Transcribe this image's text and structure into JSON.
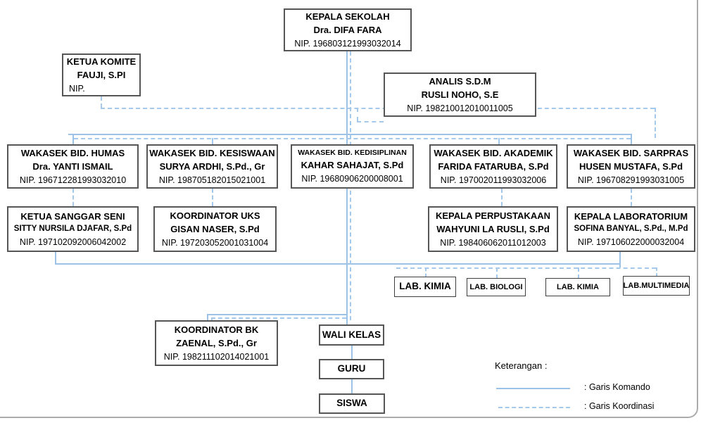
{
  "nodes": {
    "kepala_sekolah": {
      "title": "KEPALA SEKOLAH",
      "name": "Dra. DIFA FARA",
      "nip": "NIP. 196803121993032014"
    },
    "ketua_komite": {
      "title": "KETUA KOMITE",
      "name": "FAUJI, S.PI",
      "nip": "NIP."
    },
    "analis_sdm": {
      "title": "ANALIS S.D.M",
      "name": "RUSLI NOHO, S.E",
      "nip": "NIP. 198210012010011005"
    },
    "wakasek_humas": {
      "title": "WAKASEK BID. HUMAS",
      "name": "Dra. YANTI ISMAIL",
      "nip": "NIP. 196712281993032010"
    },
    "wakasek_kesiswaan": {
      "title": "WAKASEK BID. KESISWAAN",
      "name": "SURYA ARDHI, S.Pd., Gr",
      "nip": "NIP. 198705182015021001"
    },
    "wakasek_kedisiplinan": {
      "title": "WAKASEK BID. KEDISIPLINAN",
      "name": "KAHAR SAHAJAT, S.Pd",
      "nip": "NIP. 19680906200008001"
    },
    "wakasek_akademik": {
      "title": "WAKASEK BID. AKADEMIK",
      "name": "FARIDA FATARUBA, S.Pd",
      "nip": "NIP. 197002011993032006"
    },
    "wakasek_sarpras": {
      "title": "WAKASEK BID. SARPRAS",
      "name": "HUSEN MUSTAFA, S.Pd",
      "nip": "NIP. 196708291993031005"
    },
    "ketua_sanggar_seni": {
      "title": "KETUA SANGGAR SENI",
      "name": "SITTY NURSILA DJAFAR, S.Pd",
      "nip": "NIP. 197102092006042002"
    },
    "koordinator_uks": {
      "title": "KOORDINATOR UKS",
      "name": "GISAN NASER, S.Pd",
      "nip": "NIP. 197203052001031004"
    },
    "kepala_perpustakaan": {
      "title": "KEPALA PERPUSTAKAAN",
      "name": "WAHYUNI LA RUSLI, S.Pd",
      "nip": "NIP. 198406062011012003"
    },
    "kepala_laboratorium": {
      "title": "KEPALA LABORATORIUM",
      "name": "SOFINA BANYAL, S.Pd., M.Pd",
      "nip": "NIP. 197106022000032004"
    },
    "lab_kimia_1": {
      "title": "LAB. KIMIA"
    },
    "lab_biologi": {
      "title": "LAB. BIOLOGI"
    },
    "lab_kimia_2": {
      "title": "LAB. KIMIA"
    },
    "lab_multimedia": {
      "title": "LAB.MULTIMEDIA"
    },
    "koordinator_bk": {
      "title": "KOORDINATOR BK",
      "name": "ZAENAL, S.Pd., Gr",
      "nip": "NIP. 198211102014021001"
    },
    "wali_kelas": {
      "title": "WALI KELAS"
    },
    "guru": {
      "title": "GURU"
    },
    "siswa": {
      "title": "SISWA"
    }
  },
  "legend": {
    "title": "Keterangan :",
    "komando": ": Garis Komando",
    "koordinasi": ": Garis Koordinasi"
  },
  "colors": {
    "komando_line": "#9cc3e6",
    "koordinasi_line": "#a5c9ea",
    "box_border": "#565656"
  }
}
